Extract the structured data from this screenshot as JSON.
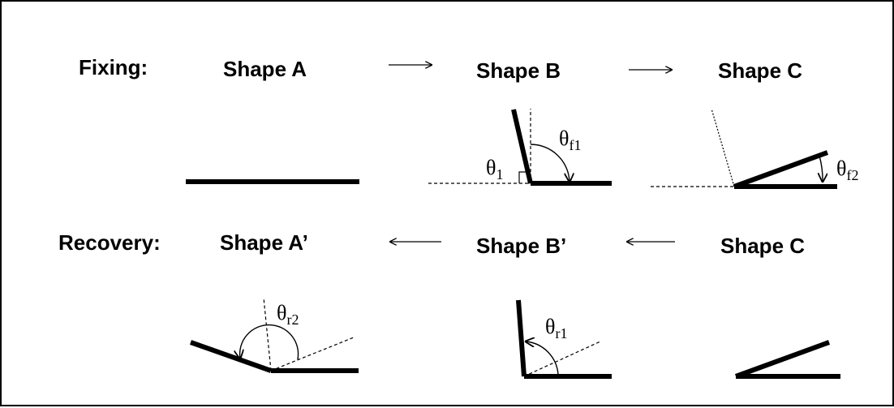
{
  "rows": {
    "fixing": {
      "label": "Fixing:",
      "shapes": [
        "Shape A",
        "Shape B",
        "Shape C"
      ]
    },
    "recovery": {
      "label": "Recovery:",
      "shapes": [
        "Shape A’",
        "Shape B’",
        "Shape C"
      ]
    }
  },
  "angles": {
    "theta_1": {
      "symbol": "θ",
      "sub": "1"
    },
    "theta_f1": {
      "symbol": "θ",
      "sub": "f1"
    },
    "theta_f2": {
      "symbol": "θ",
      "sub": "f2"
    },
    "theta_r1": {
      "symbol": "θ",
      "sub": "r1"
    },
    "theta_r2": {
      "symbol": "θ",
      "sub": "r2"
    }
  }
}
